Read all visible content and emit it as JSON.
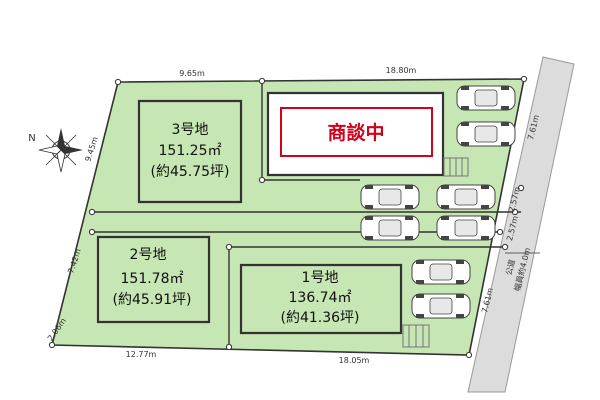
{
  "colors": {
    "lot_fill": "#c6e6b3",
    "boundary": "#333333",
    "road_fill": "#dcdcdc",
    "status_red": "#d0021b"
  },
  "compass": {
    "label": "N"
  },
  "dimensions": {
    "top_left": "9.65m",
    "top_right": "18.80m",
    "left_upper": "9.45m",
    "left_middle": "7.42m",
    "left_lower": "2.06m",
    "bottom_left": "12.77m",
    "bottom_right": "18.05m",
    "right_upper": "7.61m",
    "right_mid_a": "2.57m",
    "right_mid_b": "2.57m",
    "right_lower": "7.61m"
  },
  "lots": {
    "lot3": {
      "name": "3号地",
      "area_m2": "151.25㎡",
      "area_tsubo": "(約45.75坪)"
    },
    "lot2": {
      "name": "2号地",
      "area_m2": "151.78㎡",
      "area_tsubo": "(約45.91坪)"
    },
    "lot1": {
      "name": "1号地",
      "area_m2": "136.74㎡",
      "area_tsubo": "(約41.36坪)"
    },
    "status_label": "商談中"
  },
  "road": {
    "line1": "公道",
    "line2": "幅員約4.0m"
  },
  "icons": {
    "car": "car-icon",
    "stairs": "stairs-icon",
    "compass": "compass-icon"
  }
}
